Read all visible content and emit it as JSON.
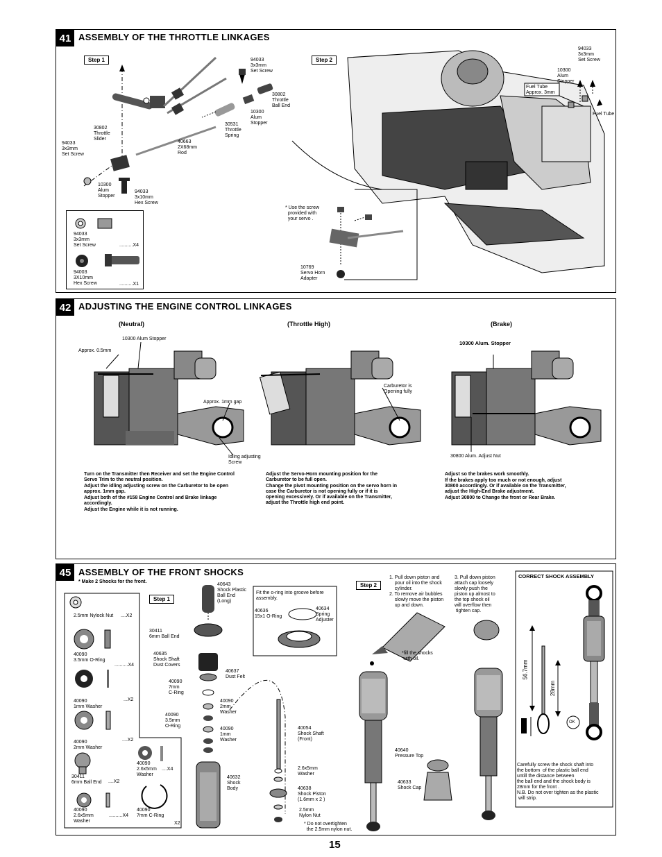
{
  "page_number": "15",
  "s41": {
    "num": "41",
    "title": "ASSEMBLY OF THE THROTTLE LINKAGES",
    "step1": "Step 1",
    "step2": "Step 2",
    "labels": {
      "set_screw_top": "94033\n3x3mm\nSet Screw",
      "ball_end": "30802\nThrottle\nBall End",
      "alum_stopper": "10300\nAlum\nStopper",
      "spring": "30531\nThrottle\nSpring",
      "slider": "30802\nThrottle\nSlider",
      "set_screw_left": "94033\n3x3mm\nSet Screw",
      "rod": "40663\n2X68mm\nRod",
      "stopper_bottom": "10300\nAlum\nStopper",
      "hex_screw": "94033\n3x10mm\nHex Screw",
      "set_screw_right": "94033\n3x3mm\nSet Screw",
      "stopper_right": "10300\nAlum\nStopper",
      "fuel_tube_approx": "Fuel Tube\nApprox. 3mm",
      "fuel_tube": "Fuel Tube",
      "servo_note": "* Use the screw\n  provided with\n  your servo .",
      "servo_horn": "10769\nServo Horn\nAdapter"
    },
    "parts": {
      "p1_label": "94033\n3x3mm\nSet Screw",
      "p1_qty": "..........X4",
      "p2_label": "94003\n3X10mm\nHex Screw",
      "p2_qty": "..........X1"
    }
  },
  "s42": {
    "num": "42",
    "title": "ADJUSTING THE ENGINE CONTROL LINKAGES",
    "neutral": "(Neutral)",
    "throttle_high": "(Throttle High)",
    "brake": "(Brake)",
    "labels": {
      "stopper": "10300 Alum Stopper",
      "approx05": "Approx. 0.5mm",
      "approx1": "Approx. 1mm gap",
      "idling": "Idling adjusting\nScrew",
      "carb": "Carburetor is\nOpening fully",
      "stopper_brake": "10300 Alum. Stopper",
      "adjust_nut": "30800 Alum. Adjust Nut"
    },
    "text_neutral": [
      "Turn on the Transmitter then Receiver and set the Engine Control Servo Trim to the neutral position.",
      "Adjust the idling adjusting screw on the Carburetor to be open approx. 1mm gap.",
      "Adjust both of the #158 Engine Control and Brake linkage accordingly.",
      "Adjust the Engine while it is not running."
    ],
    "text_high": [
      "Adjust the Servo-Horn mounting position for the Carburetor to be full open.",
      "Change the pivot mounting position on  the servo horn in case the Carburetor is not opening fully or if it is opening excessively.  Or if available on the Transmitter, adjust the Throttle high end point."
    ],
    "text_brake": [
      "Adjust so the brakes work smoothly.",
      "If the brakes apply too much or not enough, adjust 30800 accordingly. Or if available on the Transmitter, adjust the High-End Brake adjustment.",
      "Adjust 30800 to Change the front or Rear Brake."
    ]
  },
  "s45": {
    "num": "45",
    "title": "ASSEMBLY OF THE FRONT SHOCKS",
    "make2": "* Make 2 Shocks for the front.",
    "step1": "Step 1",
    "step2": "Step 2",
    "parts": [
      {
        "label": "2.5mm Nylock Nut",
        "qty": "....X2"
      },
      {
        "label": "40090\n3.5mm O-Ring",
        "qty": "..........X4"
      },
      {
        "label": "40090\n1mm Washer",
        "qty": "...X2"
      },
      {
        "label": "40090\n2mm Washer",
        "qty": "....X2"
      },
      {
        "label": "30411\n6mm Ball End",
        "qty": "....X2"
      },
      {
        "label": "40090\n2.6x5mm\nWasher",
        "qty": "....X4"
      },
      {
        "label": "40090\n2.6x5mm\nWasher",
        "qty": "..........X4"
      },
      {
        "label": "40090\n7mm C-Ring",
        "qty": "X2"
      }
    ],
    "labels": {
      "ball_end_long": "40643\nShock Plastic\nBall End\n(Long)",
      "ball_end_6mm": "30411\n6mm Ball End",
      "oring_note": "Fit the o-ring into groove before\nassembly.",
      "oring": "40636\n15x1 O-Ring",
      "spring_adj": "40634\nSpring\nAdjuster",
      "dust_covers": "40635\nShock Shaft\nDust Covers",
      "dust_felt": "40637\nDust Felt",
      "cring": "40090\n7mm\nC-Ring",
      "w2mm": "40090\n2mm\nWasher",
      "oring35": "40090\n3.5mm\nO-Ring",
      "w1mm": "40090\n1mm\nWasher",
      "body": "40632\nShock\nBody",
      "shaft": "40054\nShock Shaft\n(Front)",
      "w26": "2.6x5mm\nWasher",
      "piston": "40638\nShock Piston\n(1.6mm x 2 )",
      "nut25": "2.5mm\nNylon Nut",
      "overtighten": "* Do not overtighten\n  the 2.5mm nylon nut.",
      "step2_1": "1. Pull down piston and\n    pour oil into the shock\n    cylinder.\n2. To remove air bubbles\n    slowly move the piston\n    up and down.",
      "step2_3": "3. Pull down piston\nattach cap loosely\nslowly push the\npiston up almost to\nthe top shock oil\nwill overflow then\n tighten cap.",
      "fill": "*fill the shocks\n with oil.",
      "pressure_top": "40640\nPressure Top",
      "shock_cap": "40633\nShock Cap",
      "correct": "CORRECT SHOCK ASSEMBLY",
      "dim1": "56.7mm",
      "dim2": "28mm",
      "ok": "OK",
      "correct_note": "Carefully screw the shock shaft into\nthe bottom  of the plastic ball end\nuntill the distance between\nthe ball end and the shock body is\n28mm for the front .\nN.B. Do not over tighten as the plastic\n will strip."
    }
  }
}
